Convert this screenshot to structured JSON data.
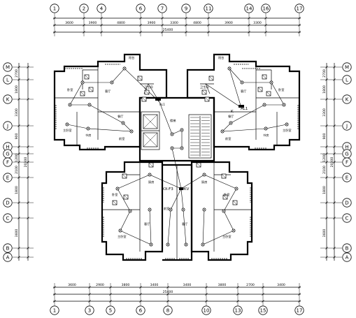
{
  "axes": {
    "top": [
      "1",
      "2",
      "4",
      "6",
      "7",
      "9",
      "11",
      "14",
      "16",
      "17"
    ],
    "bottom": [
      "1",
      "3",
      "5",
      "6",
      "8",
      "10",
      "13",
      "15",
      "17"
    ],
    "left": [
      "M",
      "L",
      "K",
      "J",
      "H",
      "G",
      "F",
      "E",
      "D",
      "C",
      "B",
      "A"
    ],
    "right": [
      "M",
      "L",
      "K",
      "J",
      "H",
      "G",
      "F",
      "E",
      "D",
      "C",
      "B",
      "A"
    ]
  },
  "dims": {
    "top_segments": [
      "3600",
      "3900",
      "4800",
      "3900",
      "3300",
      "4800",
      "3900",
      "3300"
    ],
    "top_total": "25400",
    "bottom_segments": [
      "3600",
      "2900",
      "3800",
      "3400",
      "3400",
      "3800",
      "2700",
      "3400"
    ],
    "bottom_total": "25400",
    "left_segments": [
      "2700",
      "1800",
      "3300",
      "900",
      "1200",
      "2100",
      "1800",
      "3600"
    ],
    "left_total": "20300",
    "right_segments": [
      "2700",
      "1800",
      "3300",
      "900",
      "1200",
      "2100",
      "1800",
      "3600"
    ],
    "right_total": "20300"
  },
  "annotations": {
    "panel_top_left": "AL1",
    "panel_top_right": "AL1",
    "panel_top_right_prefix": "K",
    "panel_bottom": "KX-F3",
    "panel_bottom_suffix": "10KV",
    "lobby": "楼梯"
  },
  "rooms": {
    "bedroom": "卧室",
    "living": "客厅",
    "kitchen": "厨房",
    "toilet": "卫生间",
    "master": "主卧室",
    "study": "书房",
    "balcony": "阳台",
    "dining": "餐厅",
    "hall": "前室"
  }
}
